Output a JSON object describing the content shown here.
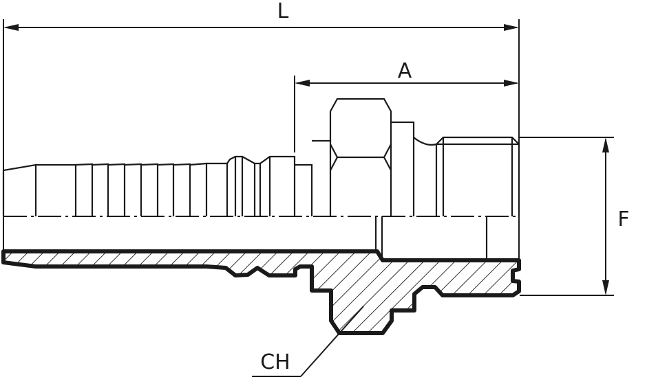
{
  "drawing": {
    "dimension_labels": {
      "overall_length": "L",
      "a_length": "A",
      "f_diameter": "F",
      "hex_size": "CH"
    }
  }
}
